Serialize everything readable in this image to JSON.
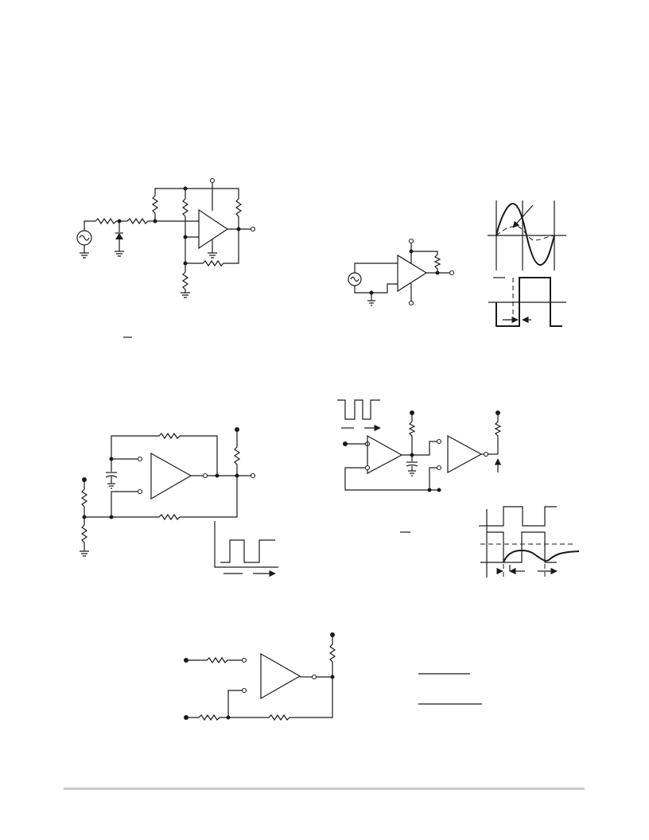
{
  "page": {
    "background_color": "#ffffff",
    "line_color": "#1a1a1a",
    "footer_rule_color": "#c8c8c8"
  },
  "figures": [
    {
      "id": "fig1",
      "kind": "schematic",
      "parts": [
        "ac-source",
        "diode",
        "resistor",
        "comparator",
        "supply-terminal",
        "output-terminal",
        "ground"
      ]
    },
    {
      "id": "fig2",
      "kind": "schematic",
      "parts": [
        "ac-source",
        "comparator",
        "pullup-resistor",
        "output-terminal",
        "ground"
      ]
    },
    {
      "id": "fig3",
      "kind": "waveform",
      "traces": [
        "sine",
        "square-output"
      ]
    },
    {
      "id": "fig4",
      "kind": "schematic",
      "parts": [
        "comparator",
        "capacitor",
        "resistor-divider",
        "pullup-resistor",
        "ground"
      ]
    },
    {
      "id": "fig5",
      "kind": "waveform",
      "traces": [
        "square-output"
      ]
    },
    {
      "id": "fig6",
      "kind": "schematic",
      "parts": [
        "pulse-input",
        "comparator",
        "capacitor",
        "comparator",
        "pullup-resistor"
      ]
    },
    {
      "id": "fig7",
      "kind": "waveform",
      "traces": [
        "square",
        "rc-charge"
      ]
    },
    {
      "id": "fig8",
      "kind": "schematic",
      "parts": [
        "comparator",
        "input-resistor",
        "feedback-resistor",
        "pullup-resistor"
      ]
    }
  ]
}
